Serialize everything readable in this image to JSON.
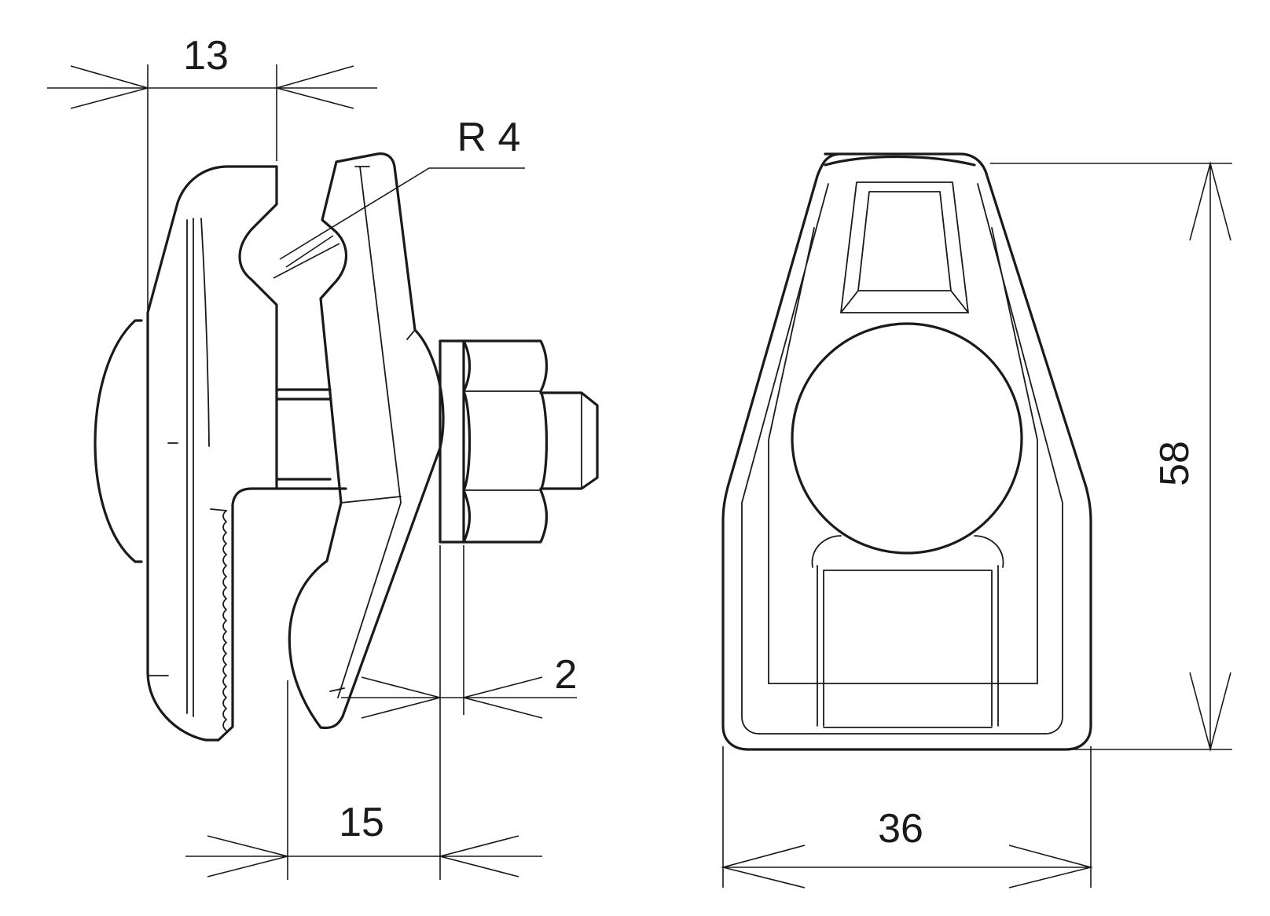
{
  "dimensions": {
    "width_top": "13",
    "radius": "R 4",
    "thickness": "2",
    "width_bottom": "15",
    "front_width": "36",
    "front_height": "58"
  },
  "colors": {
    "line": "#1a1a1a",
    "background": "#ffffff"
  }
}
